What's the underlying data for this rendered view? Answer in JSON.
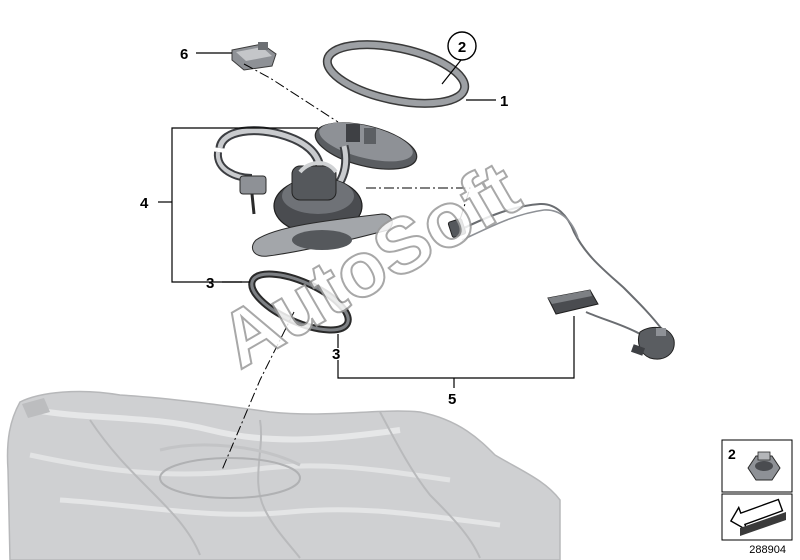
{
  "watermark": "AutoSoft",
  "diagram_id": "288904",
  "callouts": {
    "c1": "1",
    "c2": "2",
    "c3a": "3",
    "c3b": "3",
    "c4": "4",
    "c5": "5",
    "c6": "6"
  },
  "legend": {
    "item_number": "2"
  },
  "colors": {
    "line": "#000000",
    "tank": "#c9cacc",
    "part_dark": "#4a4c50",
    "part_mid": "#8e9196",
    "part_light": "#d8d9db"
  }
}
